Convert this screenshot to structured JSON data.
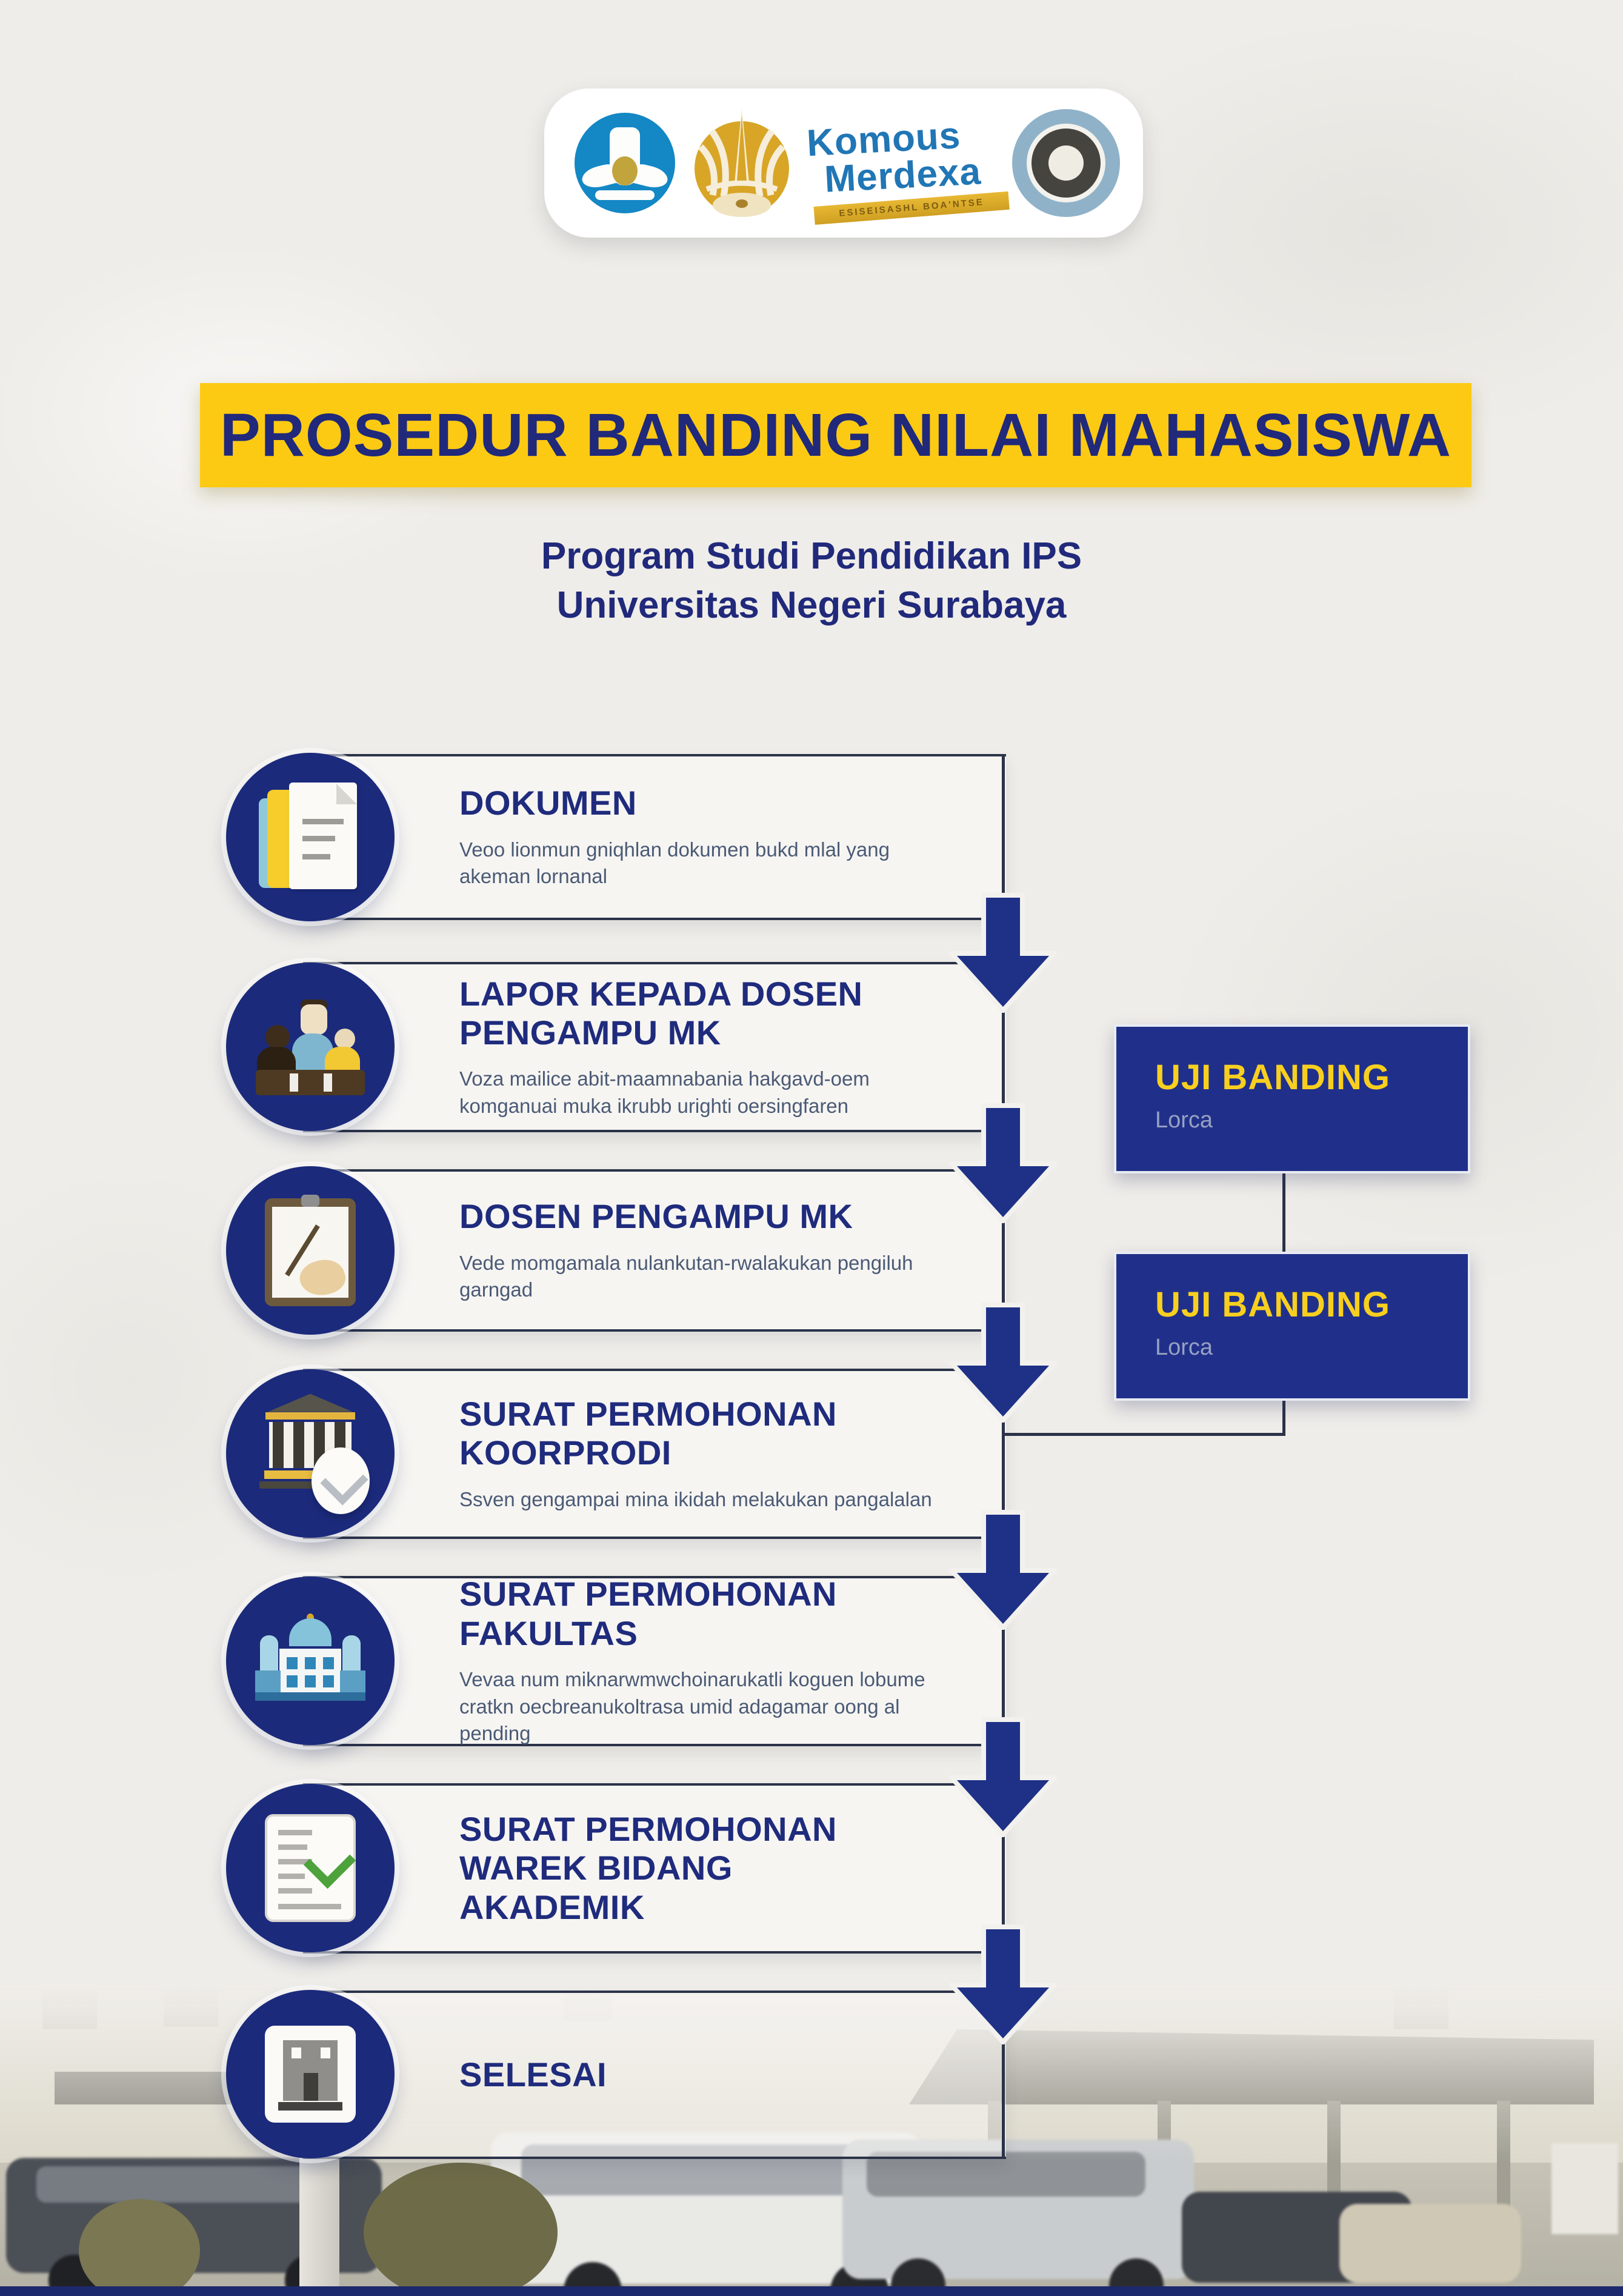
{
  "colors": {
    "navy": "#1b2a7b",
    "banner_yellow": "#fcca13",
    "title_text": "#20297a",
    "box_line": "#2b3348",
    "uji_bg": "#20308a",
    "uji_title": "#f8cf1f",
    "uji_subtitle": "#97a0c2",
    "body_text": "#4b5a75",
    "arrow": "#1e3186",
    "bottom_bar": "#1d296d"
  },
  "header": {
    "logos": [
      "kemendikbud-emblem-logo",
      "unesa-gold-emblem-logo",
      "kampus-merdeka-wordmark-logo",
      "aperture-circle-logo"
    ],
    "wordmark_line1": "Komous",
    "wordmark_line2": "Merdexa",
    "wordmark_ribbon": "ESISEISASHL BOA'NTSE"
  },
  "title": {
    "text": "PROSEDUR BANDING NILAI MAHASISWA"
  },
  "subtitle": {
    "line1": "Program Studi Pendidikan IPS",
    "line2": "Universitas Negeri Surabaya"
  },
  "steps": [
    {
      "icon": "document-icon",
      "title": "DOKUMEN",
      "body": "Veoo lionmun gniqhlan dokumen bukd mlal yang akeman lornanal"
    },
    {
      "icon": "people-icon",
      "title": "LAPOR KEPADA DOSEN PENGAMPU MK",
      "body": "Voza mailice abit-maamnabania hakgavd-oem komganuai muka ikrubb urighti oersingfaren"
    },
    {
      "icon": "clipboard-icon",
      "title": "DOSEN PENGAMPU MK",
      "body": "Vede momgamala nulankutan-rwalakukan pengiluh garngad"
    },
    {
      "icon": "bank-icon",
      "title": "SURAT PERMOHONAN KOORPRODI",
      "body": "Ssven gengampai mina ikidah melakukan pangalalan"
    },
    {
      "icon": "campus-icon",
      "title": "SURAT PERMOHONAN FAKULTAS",
      "body": "Vevaa num miknarwmwchoinarukatli koguen lobume cratkn oecbreanukoltrasa umid adagamar oong al pending"
    },
    {
      "icon": "checklist-icon",
      "title": "SURAT PERMOHONAN WAREK BIDANG AKADEMIK",
      "body": ""
    },
    {
      "icon": "building-icon",
      "title": "SELESAI",
      "body": ""
    }
  ],
  "side_boxes": [
    {
      "title": "UJI BANDING",
      "subtitle": "Lorca"
    },
    {
      "title": "UJI BANDING",
      "subtitle": "Lorca"
    }
  ]
}
